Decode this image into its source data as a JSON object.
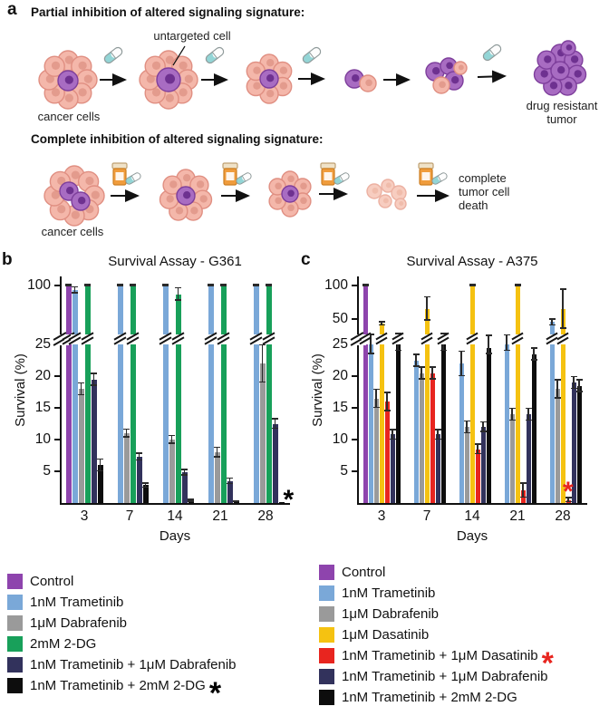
{
  "panel_a": {
    "label": "a",
    "partial_header": "Partial inhibition of altered signaling signature:",
    "complete_header": "Complete inhibition of altered signaling signature:",
    "labels": {
      "cancer_cells_top": "cancer cells",
      "untargeted_cell": "untargeted cell",
      "drug_resistant_tumor": "drug resistant tumor",
      "cancer_cells_bottom": "cancer cells",
      "complete_tumor_cell_death": "complete tumor cell death"
    }
  },
  "panel_b": {
    "label": "b"
  },
  "panel_c": {
    "label": "c"
  },
  "chart_data": [
    {
      "type": "bar",
      "panel": "b",
      "title": "Survival Assay - G361",
      "xlabel": "Days",
      "ylabel": "Survival (%)",
      "categories": [
        "3",
        "7",
        "14",
        "21",
        "28"
      ],
      "y_axis": {
        "linear_ticks": [
          5,
          10,
          15,
          20,
          25
        ],
        "compressed_ticks": [
          100
        ],
        "break_at": 25,
        "max": 100
      },
      "series": [
        {
          "name": "Control",
          "color": "#8e44ad",
          "values": [
            100,
            null,
            null,
            null,
            null
          ],
          "errors": [
            2,
            null,
            null,
            null,
            null
          ]
        },
        {
          "name": "1nM Trametinib",
          "color": "#7aa8d8",
          "values": [
            93,
            100,
            100,
            100,
            100
          ],
          "errors": [
            5,
            1.5,
            1.5,
            1.5,
            1.5
          ]
        },
        {
          "name": "1μM Dabrafenib",
          "color": "#9a9a9a",
          "values": [
            18,
            11,
            10,
            8,
            22
          ],
          "errors": [
            1,
            0.7,
            0.7,
            0.8,
            3
          ]
        },
        {
          "name": "2mM 2-DG",
          "color": "#18a05a",
          "values": [
            100,
            100,
            87,
            100,
            100
          ],
          "errors": [
            1.5,
            1.5,
            10,
            1.5,
            1.5
          ]
        },
        {
          "name": "1nM Trametinib + 1μM Dabrafenib",
          "color": "#32325c",
          "values": [
            19.5,
            7.3,
            4.8,
            3.5,
            12.5
          ],
          "errors": [
            1,
            0.6,
            0.5,
            0.5,
            0.8
          ]
        },
        {
          "name": "1nM Trametinib + 2mM 2-DG",
          "color": "#0d0d0d",
          "values": [
            6,
            2.8,
            0.4,
            0.2,
            0
          ],
          "errors": [
            1,
            0.4,
            0.2,
            0.1,
            null
          ]
        }
      ],
      "annotations": [
        {
          "text": "*",
          "color": "#000000",
          "category_index": 4,
          "series_index": 5,
          "dx": 9,
          "dy": 3,
          "meaning": "complete tumor cell death at day 28"
        }
      ]
    },
    {
      "type": "bar",
      "panel": "c",
      "title": "Survival Assay - A375",
      "xlabel": "Days",
      "ylabel": "Survival (%)",
      "categories": [
        "3",
        "7",
        "14",
        "21",
        "28"
      ],
      "y_axis": {
        "linear_ticks": [
          5,
          10,
          15,
          20,
          25
        ],
        "compressed_ticks": [
          50,
          100
        ],
        "break_at": 25,
        "max": 100
      },
      "series": [
        {
          "name": "Control",
          "color": "#8e44ad",
          "values": [
            100,
            null,
            null,
            null,
            null
          ],
          "errors": [
            1.5,
            null,
            null,
            null,
            null
          ]
        },
        {
          "name": "1nM Trametinib",
          "color": "#7aa8d8",
          "values": [
            25,
            22.5,
            22,
            25,
            45
          ],
          "errors": [
            1.5,
            1,
            2,
            1,
            5
          ]
        },
        {
          "name": "1μM Dabrafenib",
          "color": "#9a9a9a",
          "values": [
            16.5,
            20.5,
            12,
            14,
            18
          ],
          "errors": [
            1.5,
            1,
            1,
            1,
            1.5
          ]
        },
        {
          "name": "1μM Dasatinib",
          "color": "#f5c211",
          "values": [
            43,
            65,
            100,
            100,
            65
          ],
          "errors": [
            3,
            18,
            2,
            2,
            30
          ]
        },
        {
          "name": "1nM Trametinib + 1μM Dasatinib",
          "color": "#e8251f",
          "values": [
            16,
            20.5,
            8.5,
            2,
            0.5
          ],
          "errors": [
            1.5,
            1,
            0.8,
            1.2,
            0.4
          ]
        },
        {
          "name": "1nM Trametinib + 1μM Dabrafenib",
          "color": "#32325c",
          "values": [
            10.8,
            10.8,
            12,
            14,
            19
          ],
          "errors": [
            0.8,
            0.8,
            0.8,
            1,
            1
          ]
        },
        {
          "name": "1nM Trametinib + 2mM 2-DG",
          "color": "#0d0d0d",
          "values": [
            26,
            26,
            24.5,
            23.5,
            18.5
          ],
          "errors": [
            2,
            2,
            1,
            1,
            1
          ]
        }
      ],
      "annotations": [
        {
          "text": "*",
          "color": "#e8251f",
          "category_index": 4,
          "series_index": 4,
          "dx": 1,
          "dy": 9,
          "meaning": "complete tumor cell death at day 28"
        }
      ]
    }
  ],
  "legends": {
    "b": {
      "items": [
        {
          "label": "Control",
          "color": "#8e44ad"
        },
        {
          "label": "1nM Trametinib",
          "color": "#7aa8d8"
        },
        {
          "label": "1μM Dabrafenib",
          "color": "#9a9a9a"
        },
        {
          "label": "2mM 2-DG",
          "color": "#18a05a"
        },
        {
          "label": "1nM Trametinib + 1μM Dabrafenib",
          "color": "#32325c"
        },
        {
          "label": "1nM Trametinib + 2mM 2-DG",
          "color": "#0d0d0d",
          "marker": {
            "text": "*",
            "color": "#000000"
          }
        }
      ]
    },
    "c": {
      "items": [
        {
          "label": "Control",
          "color": "#8e44ad"
        },
        {
          "label": "1nM Trametinib",
          "color": "#7aa8d8"
        },
        {
          "label": "1μM Dabrafenib",
          "color": "#9a9a9a"
        },
        {
          "label": "1μM Dasatinib",
          "color": "#f5c211"
        },
        {
          "label": "1nM Trametinib + 1μM Dasatinib",
          "color": "#e8251f",
          "marker": {
            "text": "*",
            "color": "#e8251f"
          }
        },
        {
          "label": "1nM Trametinib + 1μM Dabrafenib",
          "color": "#32325c"
        },
        {
          "label": "1nM Trametinib + 2mM 2-DG",
          "color": "#0d0d0d"
        }
      ]
    }
  }
}
